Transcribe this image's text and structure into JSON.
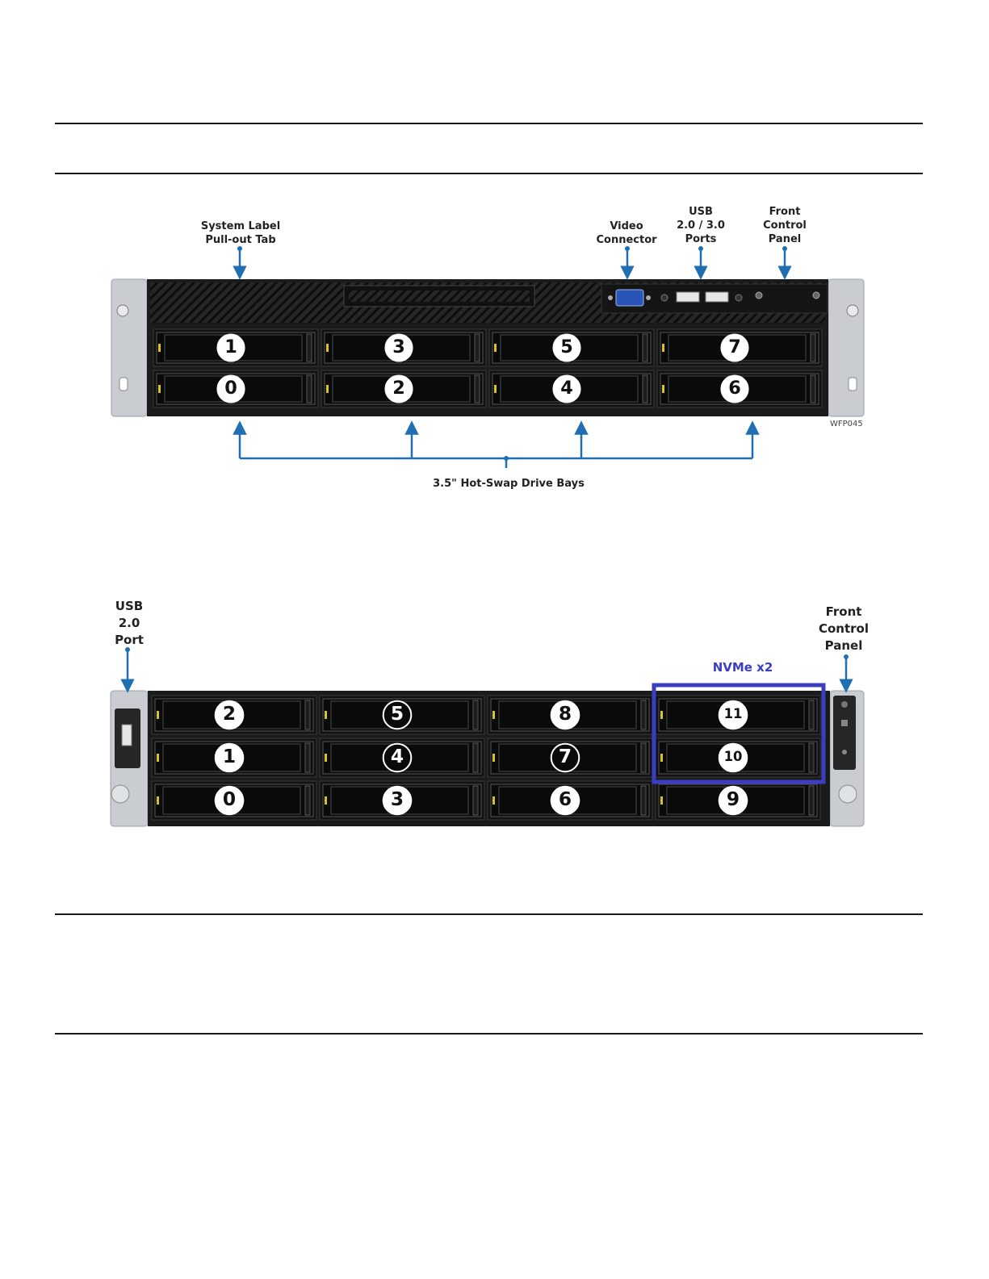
{
  "figure_top": {
    "callouts": {
      "system_label": [
        "System Label",
        "Pull-out Tab"
      ],
      "video": [
        "Video",
        "Connector"
      ],
      "usb": [
        "USB",
        "2.0 / 3.0",
        "Ports"
      ],
      "front_panel": [
        "Front",
        "Control",
        "Panel"
      ]
    },
    "drive_bays_label": "3.5\" Hot-Swap Drive Bays",
    "figure_id": "WFP045",
    "bays": [
      {
        "num": "1",
        "col": 0,
        "row": 0
      },
      {
        "num": "3",
        "col": 1,
        "row": 0
      },
      {
        "num": "5",
        "col": 2,
        "row": 0
      },
      {
        "num": "7",
        "col": 3,
        "row": 0
      },
      {
        "num": "0",
        "col": 0,
        "row": 1
      },
      {
        "num": "2",
        "col": 1,
        "row": 1
      },
      {
        "num": "4",
        "col": 2,
        "row": 1
      },
      {
        "num": "6",
        "col": 3,
        "row": 1
      }
    ]
  },
  "figure_bottom": {
    "callouts": {
      "usb": [
        "USB",
        "2.0",
        "Port"
      ],
      "front_panel": [
        "Front",
        "Control",
        "Panel"
      ]
    },
    "nvme_label": "NVMe x2",
    "bays": [
      {
        "num": "2",
        "col": 0,
        "row": 0
      },
      {
        "num": "5",
        "col": 1,
        "row": 0
      },
      {
        "num": "8",
        "col": 2,
        "row": 0
      },
      {
        "num": "11",
        "col": 3,
        "row": 0
      },
      {
        "num": "1",
        "col": 0,
        "row": 1
      },
      {
        "num": "4",
        "col": 1,
        "row": 1
      },
      {
        "num": "7",
        "col": 2,
        "row": 1
      },
      {
        "num": "10",
        "col": 3,
        "row": 1
      },
      {
        "num": "0",
        "col": 0,
        "row": 2
      },
      {
        "num": "3",
        "col": 1,
        "row": 2
      },
      {
        "num": "6",
        "col": 2,
        "row": 2
      },
      {
        "num": "9",
        "col": 3,
        "row": 2
      }
    ]
  },
  "colors": {
    "arrow": "#1f6fb2",
    "nvme_box": "#3a3fc1",
    "nvme_text": "#3a3fc1",
    "chassis": "#1b1b1b",
    "ear": "#c9cdd2"
  }
}
